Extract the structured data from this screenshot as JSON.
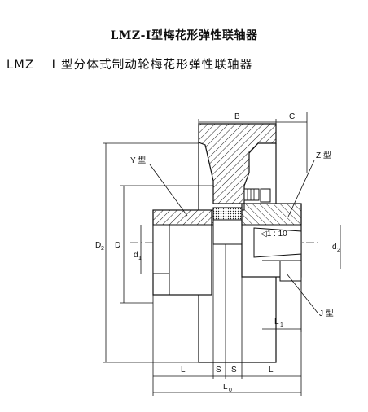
{
  "header": {
    "title_main": "LMZ-I型梅花形弹性联轴器",
    "title_sub": "LMZ－ Ⅰ  型分体式制动轮梅花形弹性联轴器"
  },
  "labels": {
    "B": "B",
    "C": "C",
    "Y_type": "Y 型",
    "Z_type": "Z 型",
    "J_type": "J 型",
    "D2": "D",
    "D2_sub": "2",
    "D": "D",
    "d1": "d",
    "d1_sub": "1",
    "d2": "d",
    "d2_sub": "2",
    "taper": "◁1 : 10",
    "L1": "L",
    "L1_sub": "1",
    "L_left": "L",
    "S_left": "S",
    "S_right": "S",
    "L_right": "L",
    "L0": "L",
    "L0_sub": "0"
  }
}
